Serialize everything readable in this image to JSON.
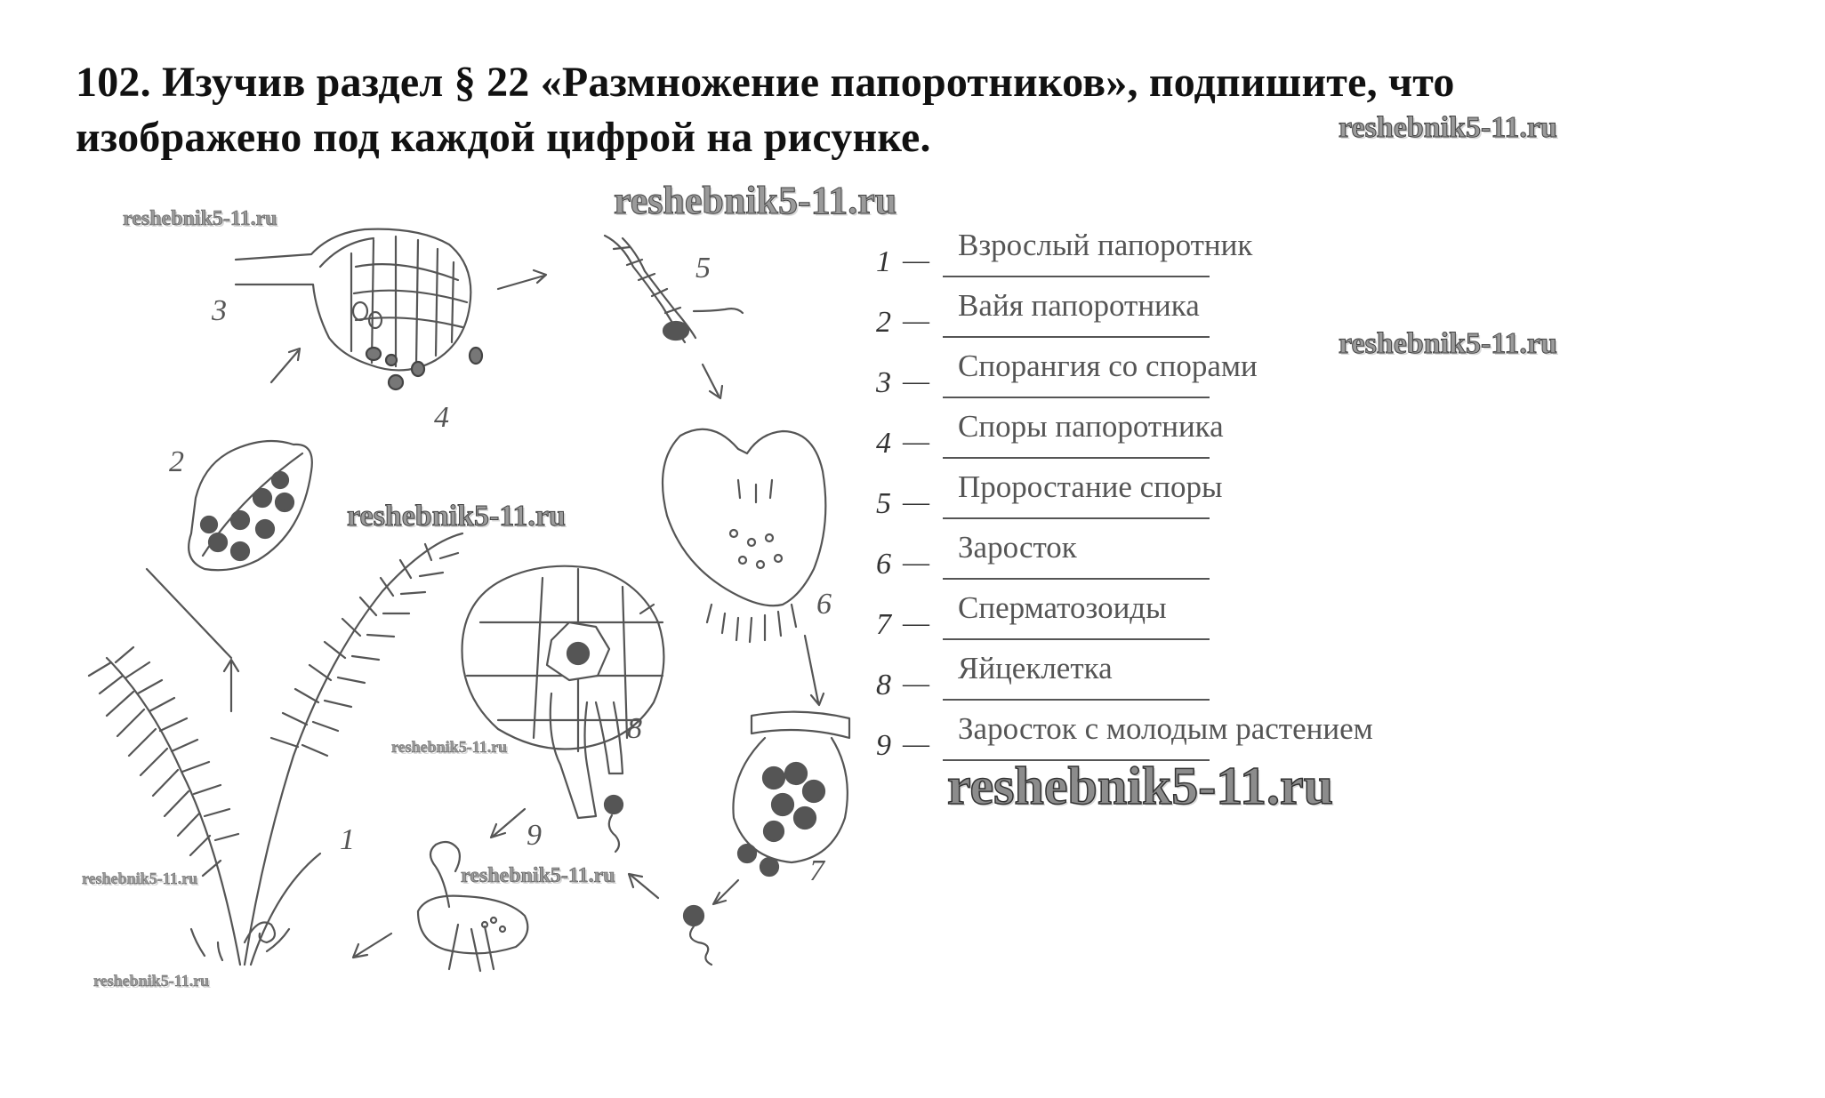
{
  "question": {
    "line1": "102. Изучив раздел § 22 «Размножение папоротников», подпишите, что",
    "line2": "изображено под каждой цифрой на рисунке."
  },
  "watermark": "reshebnik5-11.ru",
  "figure_numbers": [
    "1",
    "2",
    "3",
    "4",
    "5",
    "6",
    "7",
    "8",
    "9"
  ],
  "answers": [
    {
      "num": "1",
      "dash": "—",
      "text": "Взрослый папоротник"
    },
    {
      "num": "2",
      "dash": "—",
      "text": "Вайя папоротника"
    },
    {
      "num": "3",
      "dash": "—",
      "text": "Спорангия со спорами"
    },
    {
      "num": "4",
      "dash": "—",
      "text": "Споры папоротника"
    },
    {
      "num": "5",
      "dash": "—",
      "text": "Проростание споры"
    },
    {
      "num": "6",
      "dash": "—",
      "text": "Заросток"
    },
    {
      "num": "7",
      "dash": "—",
      "text": "Сперматозоиды"
    },
    {
      "num": "8",
      "dash": "—",
      "text": "Яйцеклетка"
    },
    {
      "num": "9",
      "dash": "—",
      "text": "Заросток с молодым растением"
    }
  ]
}
